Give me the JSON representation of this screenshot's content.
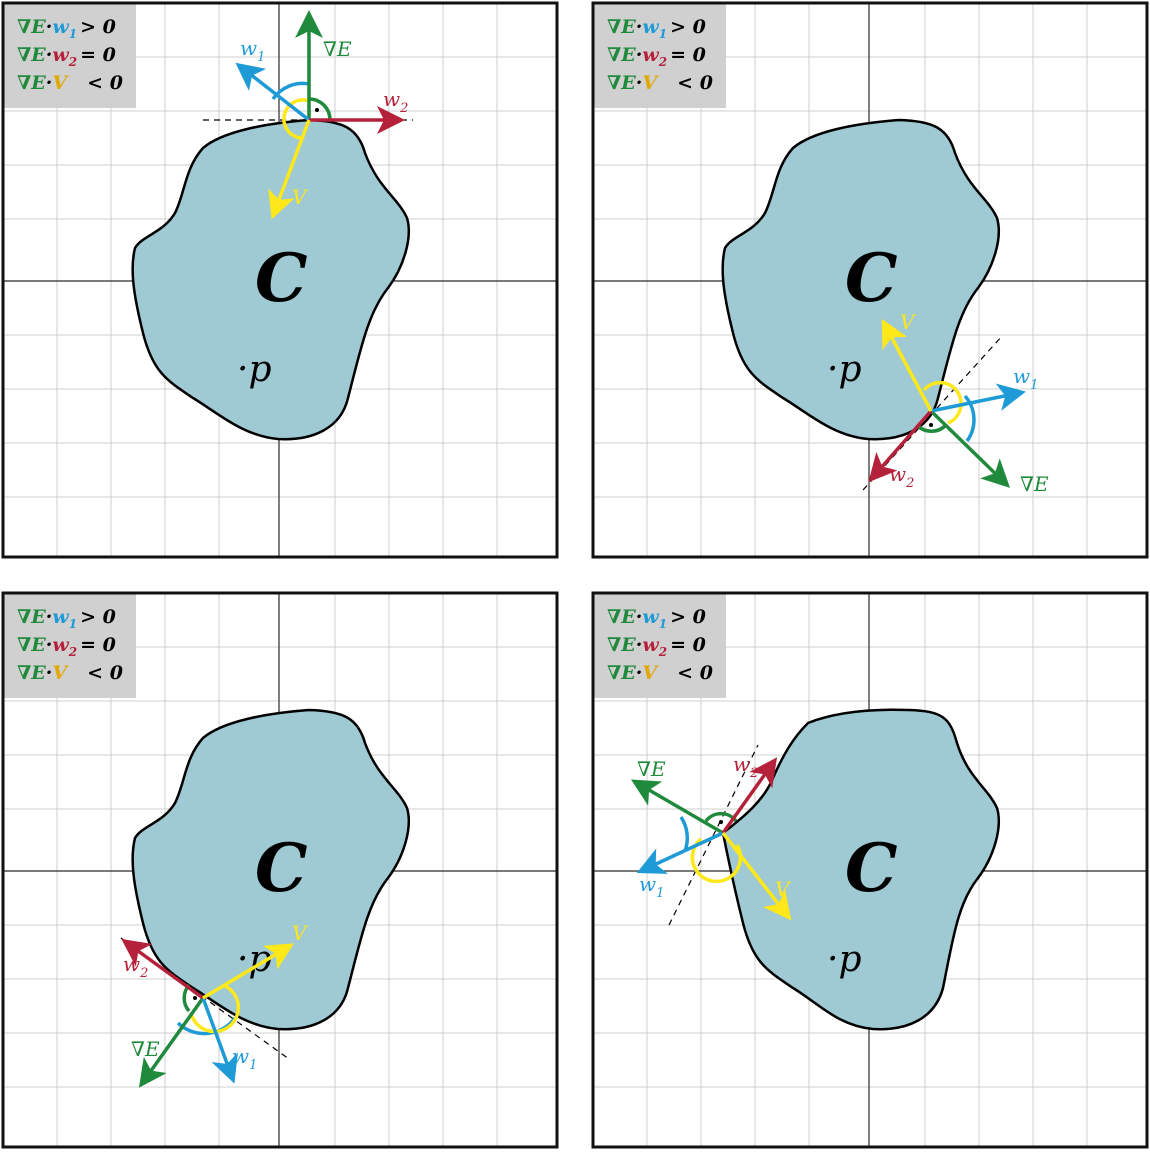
{
  "colors": {
    "grad": "#1f8a3b",
    "w1": "#1e9ad6",
    "w2": "#b5213a",
    "v": "#ffe81a",
    "v_legend": "#e0a800",
    "shape_fill": "#9fc9d3",
    "legend_bg": "#d0d0d0",
    "frame": "#111111",
    "grid": "#bdbdbd"
  },
  "region_label": "C",
  "point_label": "·p",
  "legend": {
    "grad": "∇E",
    "dot": "·",
    "row1": {
      "vec": "w",
      "sub": "1",
      "rel": "> 0"
    },
    "row2": {
      "vec": "w",
      "sub": "2",
      "rel": "= 0"
    },
    "row3": {
      "vec": "V",
      "sub": "",
      "rel": "< 0"
    }
  },
  "vector_labels": {
    "grad": "∇E",
    "w1": "w",
    "w1_sub": "1",
    "w2": "w",
    "w2_sub": "2",
    "v": "V"
  },
  "panels": [
    {
      "id": "top-left"
    },
    {
      "id": "top-right"
    },
    {
      "id": "bottom-left"
    },
    {
      "id": "bottom-right"
    }
  ]
}
